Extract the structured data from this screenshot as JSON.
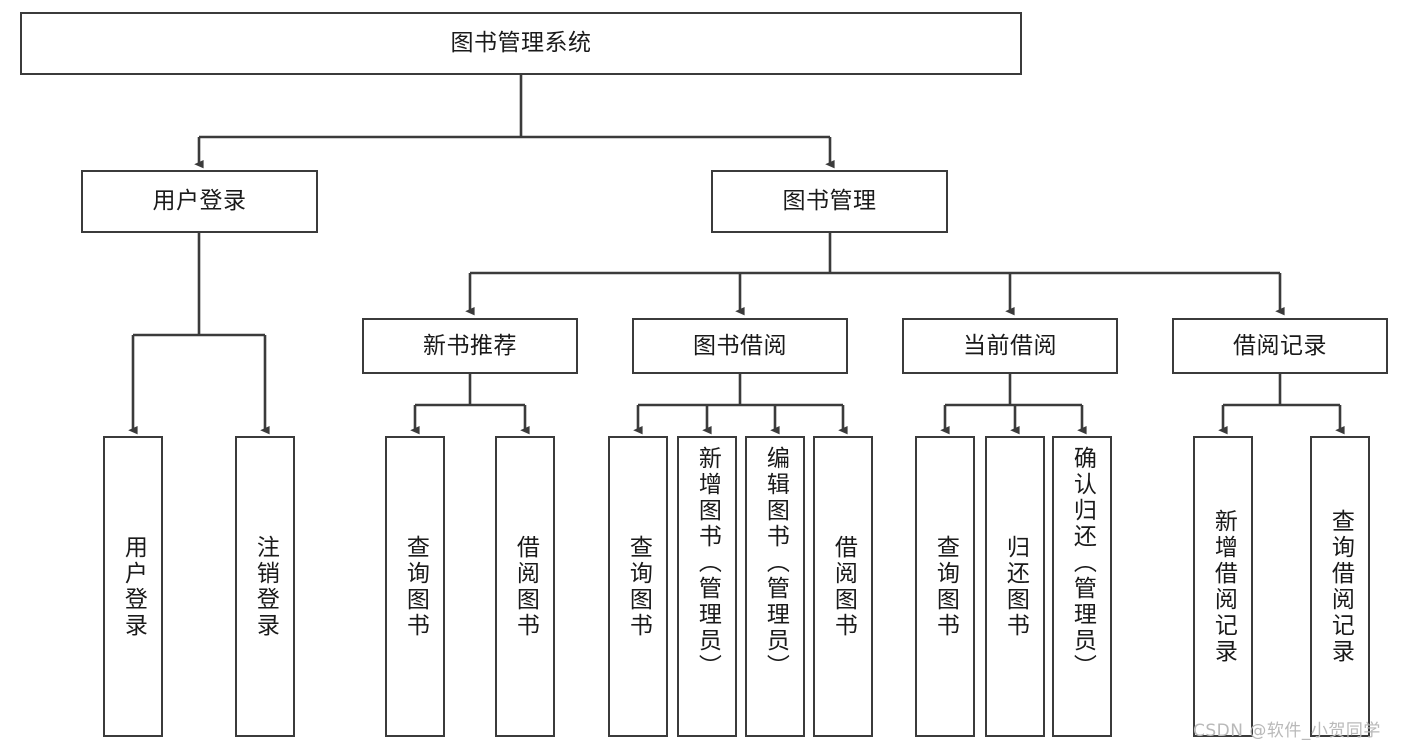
{
  "diagram": {
    "type": "tree-hierarchy",
    "title": "图书管理系统",
    "watermark": "CSDN @软件_小贺同学",
    "colors": {
      "box_stroke": "#3b3b3b",
      "box_fill": "#ffffff",
      "connector": "#3b3b3b",
      "text": "#1a1a1a",
      "watermark": "#b9b9b9",
      "background": "#ffffff"
    },
    "levels": {
      "level1": [
        {
          "id": "root",
          "label": "图书管理系统",
          "orientation": "horizontal"
        }
      ],
      "level2": [
        {
          "id": "user-login",
          "label": "用户登录",
          "orientation": "horizontal"
        },
        {
          "id": "book-management",
          "label": "图书管理",
          "orientation": "horizontal"
        }
      ],
      "level3": [
        {
          "id": "new-book-recommend",
          "label": "新书推荐",
          "orientation": "horizontal"
        },
        {
          "id": "book-borrow",
          "label": "图书借阅",
          "orientation": "horizontal"
        },
        {
          "id": "current-borrow",
          "label": "当前借阅",
          "orientation": "horizontal"
        },
        {
          "id": "borrow-record",
          "label": "借阅记录",
          "orientation": "horizontal"
        }
      ],
      "level4": [
        {
          "id": "leaf-user-login",
          "label": "用户登录",
          "parent": "user-login",
          "orientation": "vertical"
        },
        {
          "id": "leaf-user-logout",
          "label": "注销登录",
          "parent": "user-login",
          "orientation": "vertical"
        },
        {
          "id": "leaf-query-book-1",
          "label": "查询图书",
          "parent": "new-book-recommend",
          "orientation": "vertical"
        },
        {
          "id": "leaf-borrow-book-1",
          "label": "借阅图书",
          "parent": "new-book-recommend",
          "orientation": "vertical"
        },
        {
          "id": "leaf-query-book-2",
          "label": "查询图书",
          "parent": "book-borrow",
          "orientation": "vertical"
        },
        {
          "id": "leaf-add-book",
          "label": "新增图书（管理员）",
          "parent": "book-borrow",
          "orientation": "vertical"
        },
        {
          "id": "leaf-edit-book",
          "label": "编辑图书（管理员）",
          "parent": "book-borrow",
          "orientation": "vertical"
        },
        {
          "id": "leaf-borrow-book-2",
          "label": "借阅图书",
          "parent": "book-borrow",
          "orientation": "vertical"
        },
        {
          "id": "leaf-query-book-3",
          "label": "查询图书",
          "parent": "current-borrow",
          "orientation": "vertical"
        },
        {
          "id": "leaf-return-book",
          "label": "归还图书",
          "parent": "current-borrow",
          "orientation": "vertical"
        },
        {
          "id": "leaf-confirm-return",
          "label": "确认归还（管理员）",
          "parent": "current-borrow",
          "orientation": "vertical"
        },
        {
          "id": "leaf-add-record",
          "label": "新增借阅记录",
          "parent": "borrow-record",
          "orientation": "vertical"
        },
        {
          "id": "leaf-query-record",
          "label": "查询借阅记录",
          "parent": "borrow-record",
          "orientation": "vertical"
        }
      ]
    }
  }
}
